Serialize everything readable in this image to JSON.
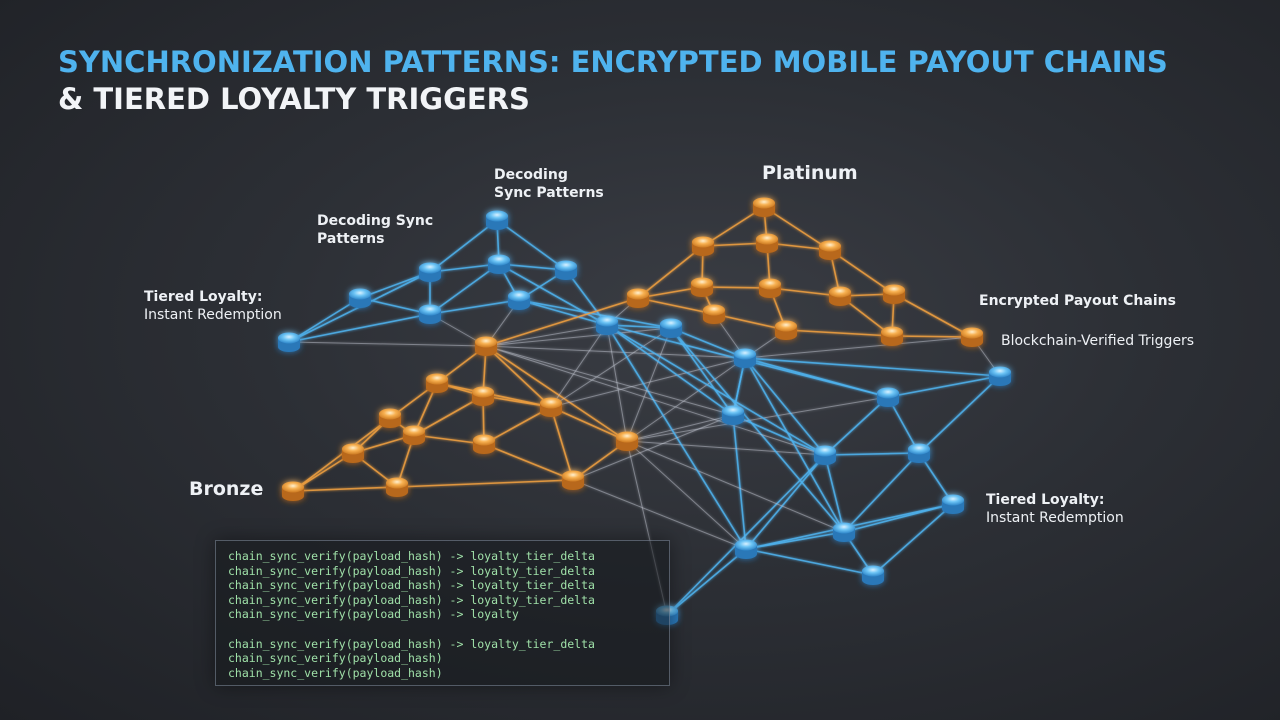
{
  "title": {
    "line1": "SYNCHRONIZATION PATTERNS: ENCRYPTED MOBILE PAYOUT CHAINS",
    "line2": "& TIERED LOYALTY TRIGGERS"
  },
  "labels": {
    "decoding_top": {
      "line1": "Decoding",
      "line2": "Sync Patterns"
    },
    "decoding_left": {
      "line1": "Decoding Sync",
      "line2": "Patterns"
    },
    "tiered_left": {
      "line1": "Tiered Loyalty:",
      "line2": "Instant Redemption"
    },
    "platinum": "Platinum",
    "encrypted": "Encrypted Payout Chains",
    "blockchain": "Blockchain-Verified Triggers",
    "bronze": "Bronze",
    "tiered_right": {
      "line1": "Tiered Loyalty:",
      "line2": "Instant Redemption"
    }
  },
  "terminal": {
    "lines": [
      "chain_sync_verify(payload_hash) -> loyalty_tier_delta",
      "chain_sync_verify(payload_hash) -> loyalty_tier_delta",
      "chain_sync_verify(payload_hash) -> loyalty_tier_delta",
      "chain_sync_verify(payload_hash) -> loyalty_tier_delta",
      "chain_sync_verify(payload_hash) -> loyalty",
      "",
      "chain_sync_verify(payload_hash) -> loyalty_tier_delta",
      "chain_sync_verify(payload_hash)",
      "chain_sync_verify(payload_hash)"
    ]
  },
  "colors": {
    "blue_node": "#4fb3ee",
    "orange_node": "#f0a040",
    "title_accent": "#4fb3ee",
    "terminal_text": "#9fe0a8"
  }
}
